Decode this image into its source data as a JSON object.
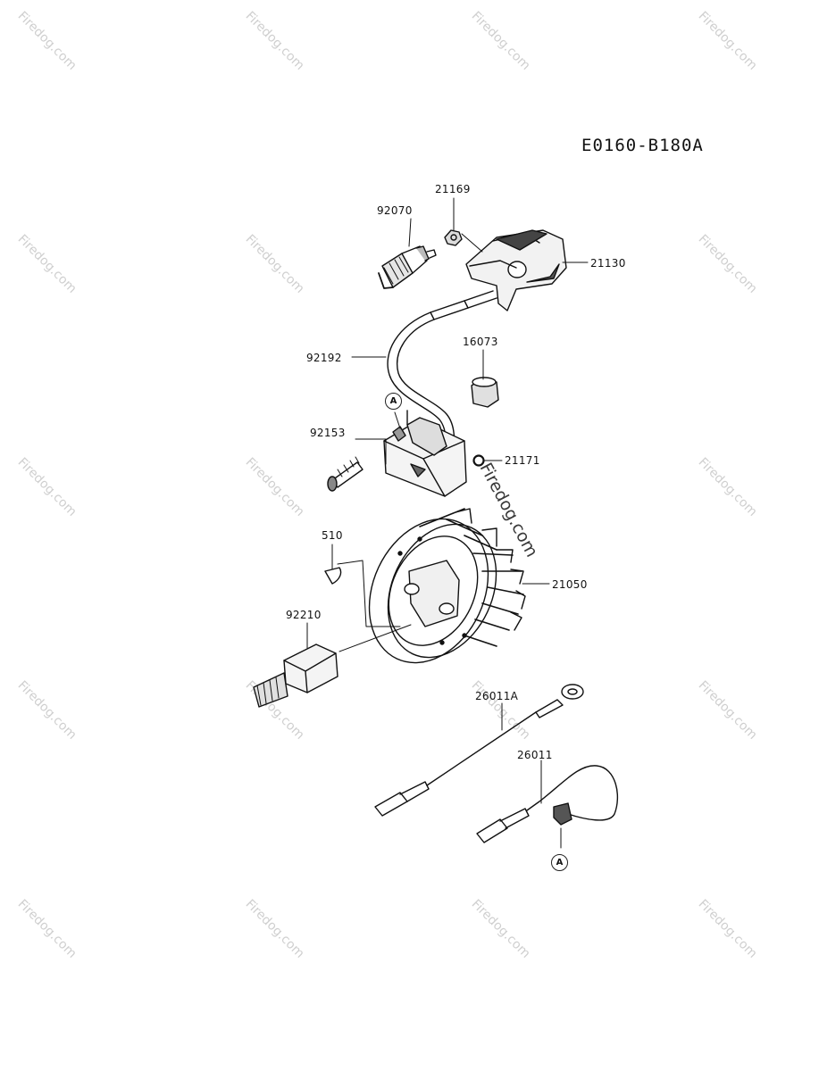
{
  "diagram_code": "E0160-B180A",
  "watermark": "Firedog.com",
  "parts": [
    {
      "number": "21169"
    },
    {
      "number": "92070"
    },
    {
      "number": "21130"
    },
    {
      "number": "92192"
    },
    {
      "number": "16073"
    },
    {
      "number": "92153"
    },
    {
      "number": "21171"
    },
    {
      "number": "510"
    },
    {
      "number": "21050"
    },
    {
      "number": "92210"
    },
    {
      "number": "26011A"
    },
    {
      "number": "26011"
    }
  ],
  "callouts": [
    "A",
    "A"
  ]
}
